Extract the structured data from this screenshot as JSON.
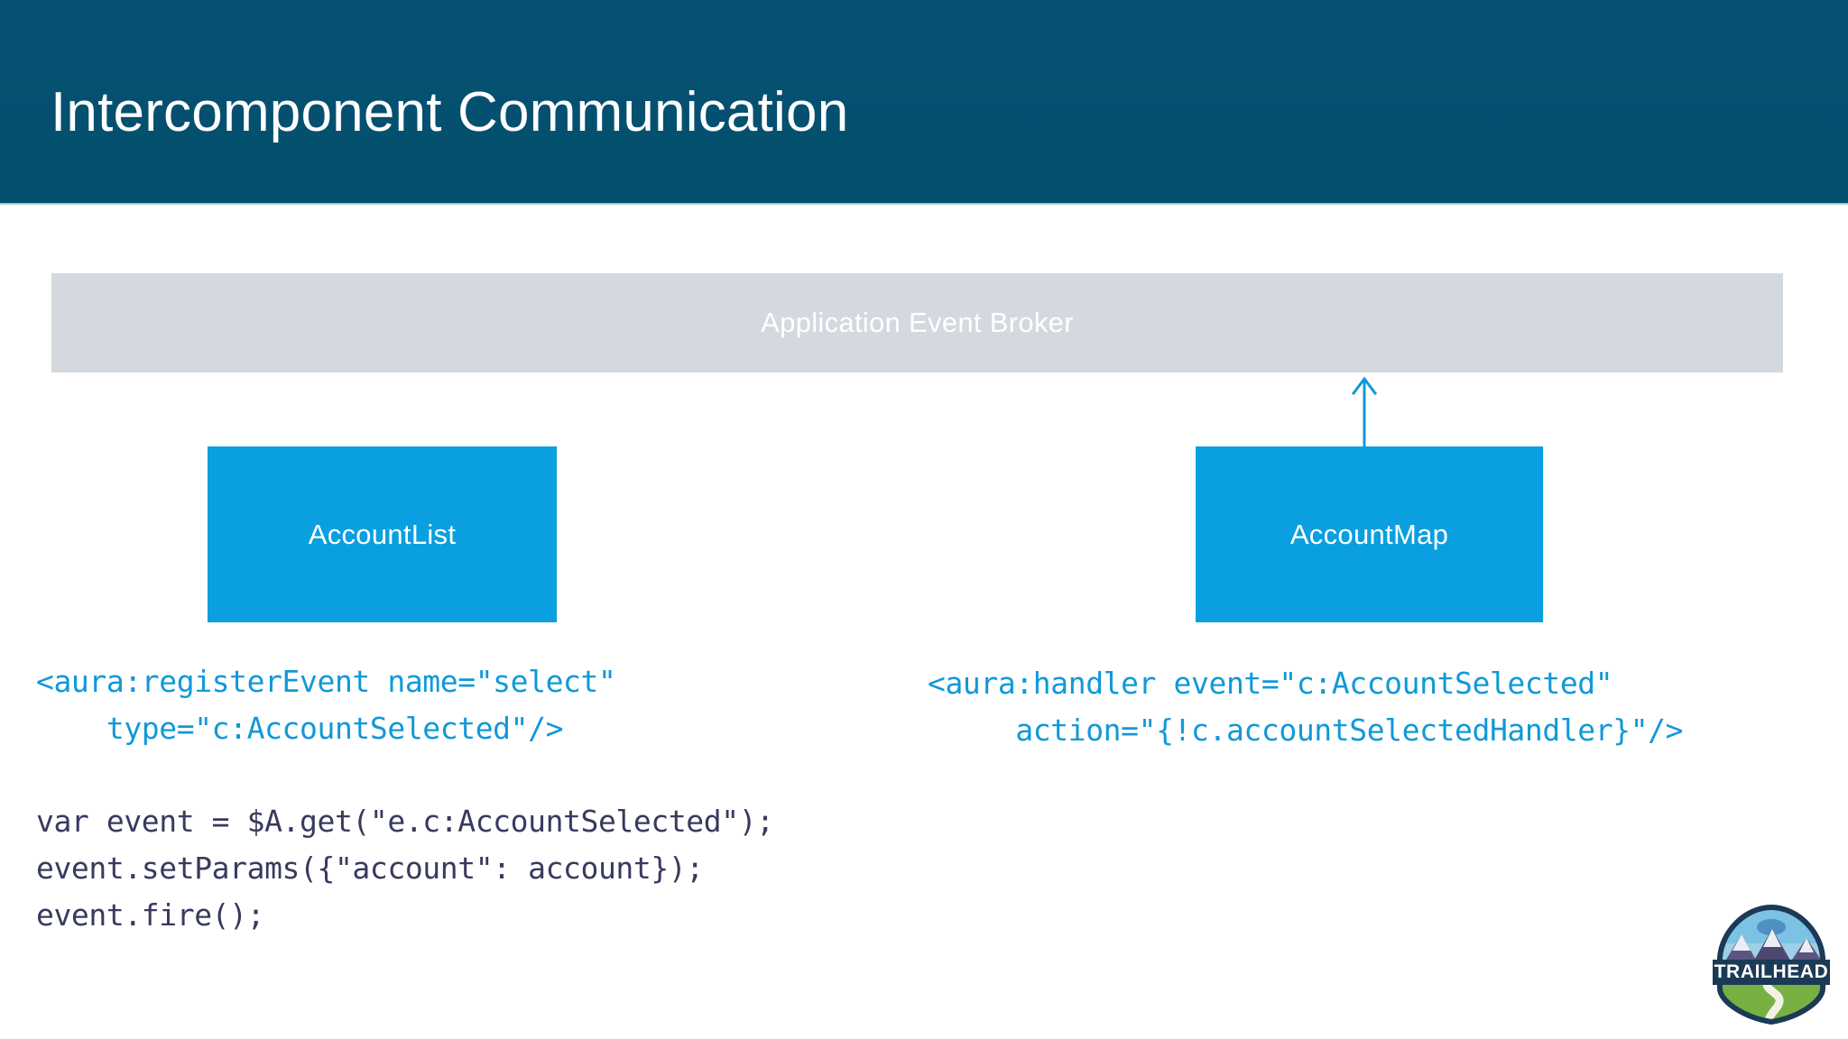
{
  "slide": {
    "title": "Intercomponent Communication",
    "header_color": "#04516f",
    "accent_blue": "#0a9fe0",
    "code_blue": "#1099d8",
    "code_navy": "#383a5e",
    "broker_gray": "#d4d9e0"
  },
  "diagram": {
    "broker": {
      "label": "Application Event Broker"
    },
    "components": [
      {
        "label": "AccountList"
      },
      {
        "label": "AccountMap"
      }
    ],
    "arrow": {
      "name": "event-flow-arrow",
      "direction": "up",
      "from": "AccountMap",
      "to": "Application Event Broker",
      "color": "#1099d8"
    }
  },
  "code": {
    "register_event": "<aura:registerEvent name=\"select\"\n    type=\"c:AccountSelected\"/>",
    "handler": "<aura:handler event=\"c:AccountSelected\"\n     action=\"{!c.accountSelectedHandler}\"/>",
    "javascript": "var event = $A.get(\"e.c:AccountSelected\");\nevent.setParams({\"account\": account});\nevent.fire();"
  },
  "logo": {
    "name": "trailhead-logo",
    "wordmark": "TRAILHEAD"
  }
}
